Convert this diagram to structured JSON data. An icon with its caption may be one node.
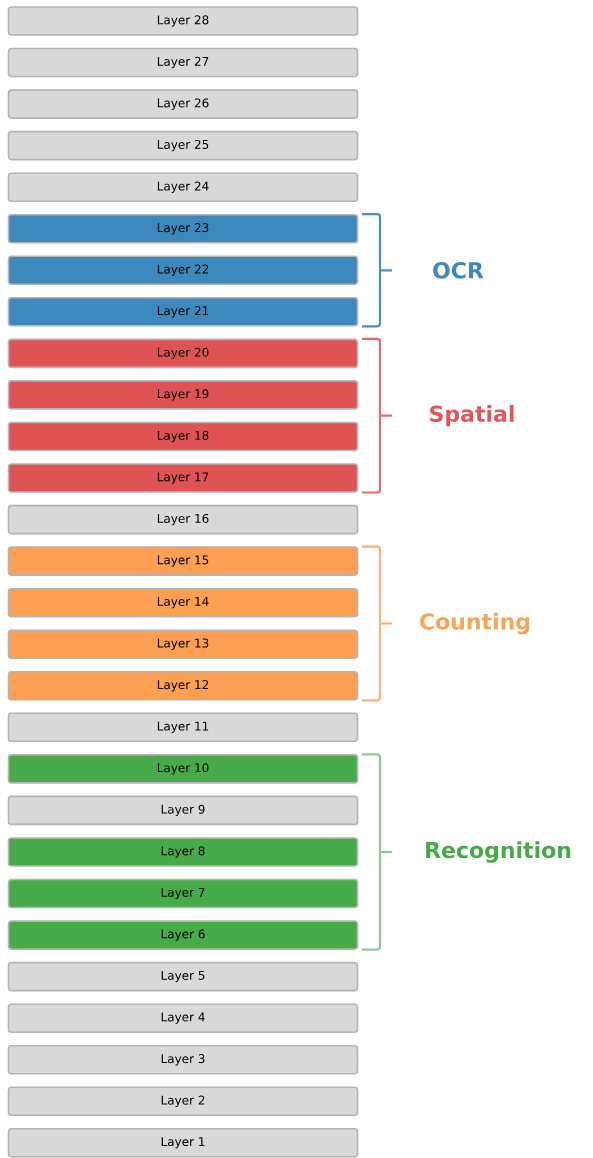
{
  "diagram": {
    "nodes": [
      {
        "text": [
          "Layer 28"
        ]
      },
      {
        "text": [
          "Layer 27"
        ]
      },
      {
        "text": [
          "Layer 26"
        ]
      },
      {
        "text": [
          "Layer 25"
        ]
      },
      {
        "text": [
          "Layer 24"
        ]
      },
      {
        "text": [
          "Layer 23"
        ]
      },
      {
        "text": [
          "Layer 22"
        ]
      },
      {
        "text": [
          "Layer 21"
        ]
      },
      {
        "text": [
          "Layer 20"
        ]
      },
      {
        "text": [
          "Layer 19"
        ]
      },
      {
        "text": [
          "Layer 18"
        ]
      },
      {
        "text": [
          "Layer 17"
        ]
      },
      {
        "text": [
          "Layer 16"
        ]
      },
      {
        "text": [
          "Layer 15"
        ]
      },
      {
        "text": [
          "Layer 14"
        ]
      },
      {
        "text": [
          "Layer 13"
        ]
      },
      {
        "text": [
          "Layer 12"
        ]
      },
      {
        "text": [
          "Layer 11"
        ]
      },
      {
        "text": [
          "Layer 10"
        ]
      },
      {
        "text": [
          "Layer 9"
        ]
      },
      {
        "text": [
          "Layer 8"
        ]
      },
      {
        "text": [
          "Layer 7"
        ]
      },
      {
        "text": [
          "Layer 6"
        ]
      },
      {
        "text": [
          "Layer 5"
        ]
      },
      {
        "text": [
          "Layer 4"
        ]
      },
      {
        "text": [
          "Layer 3"
        ]
      },
      {
        "text": [
          "Layer 2"
        ]
      },
      {
        "text": [
          "Layer 1"
        ]
      }
    ],
    "labels": [
      "OCR",
      "Spatial",
      "Counting",
      "Recognition"
    ]
  }
}
